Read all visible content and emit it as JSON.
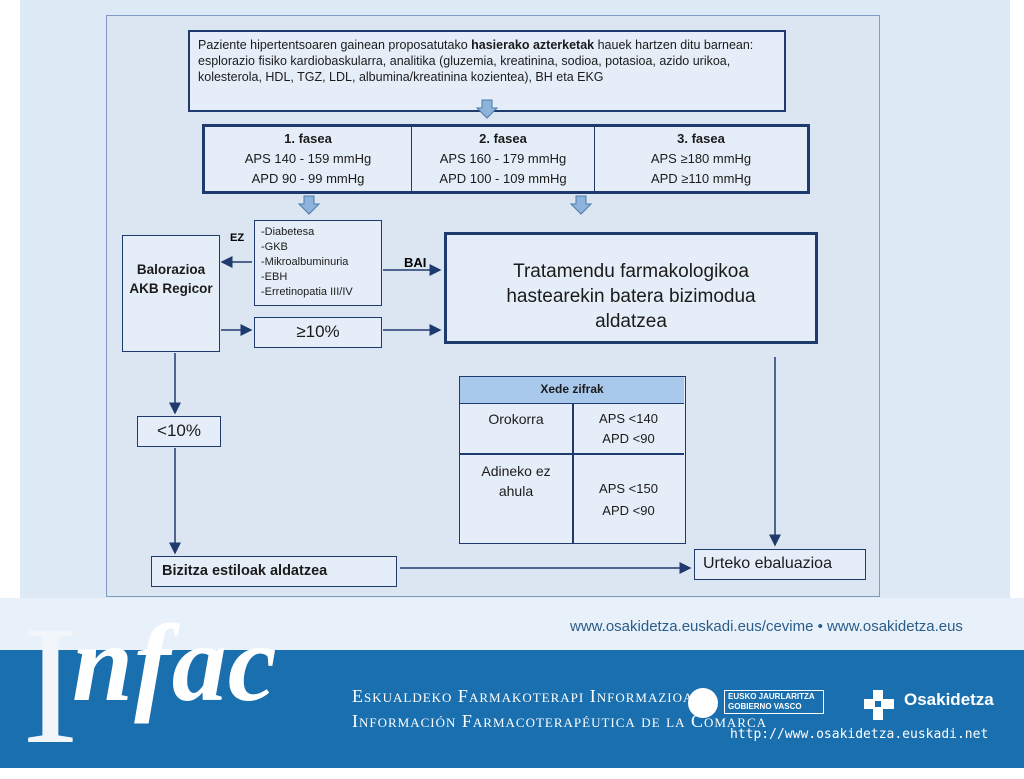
{
  "diagram": {
    "intro_text_before": "Paziente hipertentsoaren gainean proposatutako ",
    "intro_text_bold": "hasierako azterketak",
    "intro_text_after": " hauek hartzen ditu barnean: esplorazio fisiko kardiobaskularra, analitika (gluzemia, kreatinina, sodioa, potasioa, azido urikoa, kolesterola, HDL, TGZ, LDL, albumina/kreatinina kozientea), BH eta EKG",
    "phases": [
      {
        "title": "1. fasea",
        "aps": "APS 140 - 159 mmHg",
        "apd": "APD 90 - 99 mmHg"
      },
      {
        "title": "2. fasea",
        "aps": "APS 160 - 179 mmHg",
        "apd": "APD 100 - 109 mmHg"
      },
      {
        "title": "3. fasea",
        "aps": "APS ≥180 mmHg",
        "apd": "APD ≥110 mmHg"
      }
    ],
    "conditions": [
      "-Diabetesa",
      "-GKB",
      "-Mikroalbuminuria",
      "-EBH",
      "-Erretinopatia III/IV"
    ],
    "label_ez": "EZ",
    "label_bai": "BAI",
    "valuation": "Balorazioa AKB Regicor",
    "ge10": "≥10%",
    "lt10": "<10%",
    "treatment": "Tratamendu farmakologikoa hastearekin batera bizimodua aldatzea",
    "targets": {
      "header": "Xede zifrak",
      "rows": [
        {
          "group": "Orokorra",
          "aps": "APS <140",
          "apd": "APD <90"
        },
        {
          "group": "Adineko ez ahula",
          "aps": "APS <150",
          "apd": "APD <90"
        }
      ]
    },
    "lifestyle": "Bizitza estiloak aldatzea",
    "annual": "Urteko ebaluazioa"
  },
  "footer": {
    "logo_i": "I",
    "logo_rest": "nfac",
    "urls": "www.osakidetza.euskadi.eus/cevime  •  www.osakidetza.eus",
    "tagline_eu": "Eskualdeko Farmakoterapi Informazioa",
    "tagline_es": "Información Farmacoterapéutica de la Comarca",
    "gov_line1": "EUSKO JAURLARITZA",
    "gov_line2": "GOBIERNO VASCO",
    "osakidetza": "Osakidetza",
    "http_url": "http://www.osakidetza.euskadi.net"
  },
  "colors": {
    "border": "#1f3b6e",
    "box_fill": "#e5eef8",
    "footer_blue": "#1a6fae",
    "arrow_fill": "#8fb4dc"
  }
}
